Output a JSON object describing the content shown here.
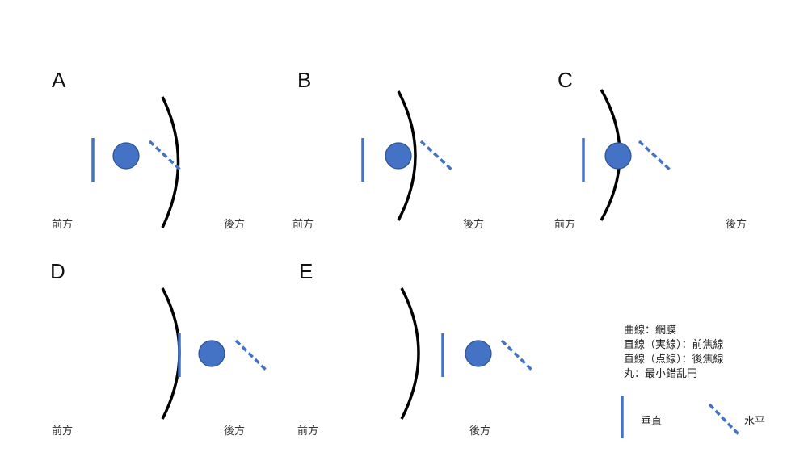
{
  "panels": [
    {
      "label": "A",
      "front": "前方",
      "back": "後方"
    },
    {
      "label": "B",
      "front": "前方",
      "back": "後方"
    },
    {
      "label": "C",
      "front": "前方",
      "back": "後方"
    },
    {
      "label": "D",
      "front": "前方",
      "back": "後方"
    },
    {
      "label": "E",
      "front": "前方",
      "back": "後方"
    }
  ],
  "legend": {
    "lines": [
      "曲線：網膜",
      "直線（実線）：前焦線",
      "直線（点線）：後焦線",
      "丸：最小錯乱円"
    ],
    "vertical": "垂直",
    "horizontal": "水平"
  },
  "colors": {
    "focal_line": "#4472C4",
    "retina": "#000000"
  }
}
